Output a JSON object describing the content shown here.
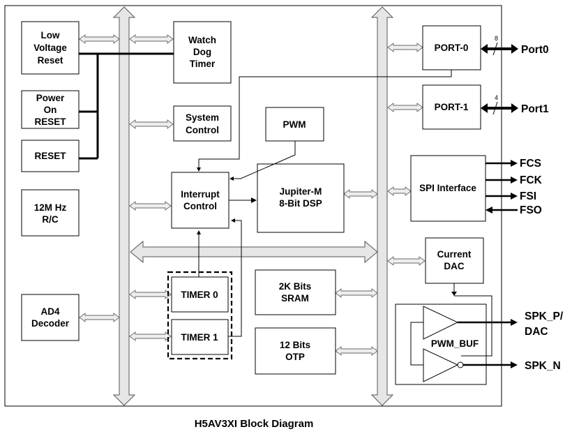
{
  "title": "H5AV3XI Block Diagram",
  "blocks": {
    "low_voltage_reset": [
      "Low",
      "Voltage",
      "Reset"
    ],
    "power_on_reset": [
      "Power",
      "On",
      "RESET"
    ],
    "reset": [
      "RESET"
    ],
    "osc": [
      "12M Hz",
      "R/C"
    ],
    "ad4_decoder": [
      "AD4",
      "Decoder"
    ],
    "watchdog_timer": [
      "Watch",
      "Dog",
      "Timer"
    ],
    "system_control": [
      "System",
      "Control"
    ],
    "pwm": [
      "PWM"
    ],
    "interrupt_control": [
      "Interrupt",
      "Control"
    ],
    "dsp": [
      "Jupiter-M",
      "8-Bit DSP"
    ],
    "timer0": [
      "TIMER 0"
    ],
    "timer1": [
      "TIMER 1"
    ],
    "sram": [
      "2K Bits",
      "SRAM"
    ],
    "otp": [
      "12 Bits",
      "OTP"
    ],
    "port0": [
      "PORT-0"
    ],
    "port1": [
      "PORT-1"
    ],
    "spi_interface": [
      "SPI Interface"
    ],
    "current_dac": [
      "Current",
      "DAC"
    ],
    "pwm_buf": [
      "PWM_BUF"
    ]
  },
  "pins": {
    "port0": "Port0",
    "port0_width": "8",
    "port1": "Port1",
    "port1_width": "4",
    "fcs": "FCS",
    "fck": "FCK",
    "fsi": "FSI",
    "fso": "FSO",
    "spk_p_line1": "SPK_P/",
    "spk_p_line2": "DAC",
    "spk_n": "SPK_N"
  }
}
